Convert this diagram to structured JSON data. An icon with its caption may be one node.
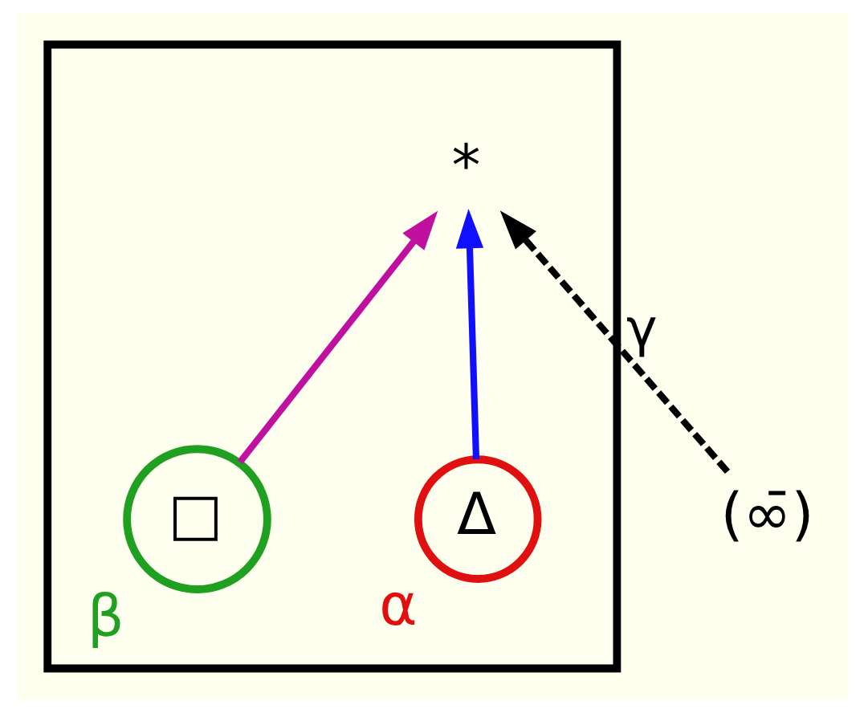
{
  "diagram": {
    "nodes": [
      {
        "text": [],
        "shape": "box"
      },
      {
        "text": [
          "(∞̄)"
        ]
      },
      {
        "text": [
          "*"
        ],
        "in": 0
      },
      {
        "text": [
          "Δ"
        ],
        "beside": [
          "α"
        ],
        "in": 0
      },
      {
        "text": [
          "□"
        ],
        "beside": [
          "β"
        ],
        "in": 0
      }
    ],
    "edges": [
      {
        "from": 1,
        "to": 2,
        "arrow": "to",
        "label": "γ",
        "style": "dashed"
      },
      {
        "from": 3,
        "to": 2,
        "arrow": "to",
        "color": "#1010ff"
      },
      {
        "from": 4,
        "to": 2,
        "arrow": "to",
        "color": "#c010a0"
      }
    ]
  }
}
